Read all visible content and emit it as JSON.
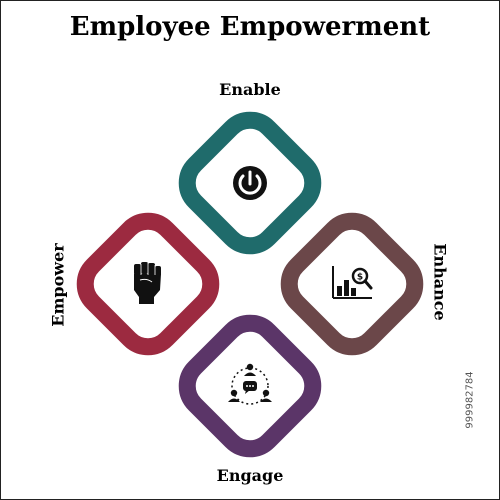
{
  "title": "Employee Empowerment",
  "items": [
    {
      "label": "Enable",
      "icon": "power-icon",
      "color": "#1f6b6b"
    },
    {
      "label": "Enhance",
      "icon": "analysis-chart-icon",
      "color": "#6b4749"
    },
    {
      "label": "Engage",
      "icon": "team-chat-icon",
      "color": "#5b3568"
    },
    {
      "label": "Empower",
      "icon": "raised-fist-icon",
      "color": "#9c2a40"
    }
  ],
  "stock_id": "999982784"
}
